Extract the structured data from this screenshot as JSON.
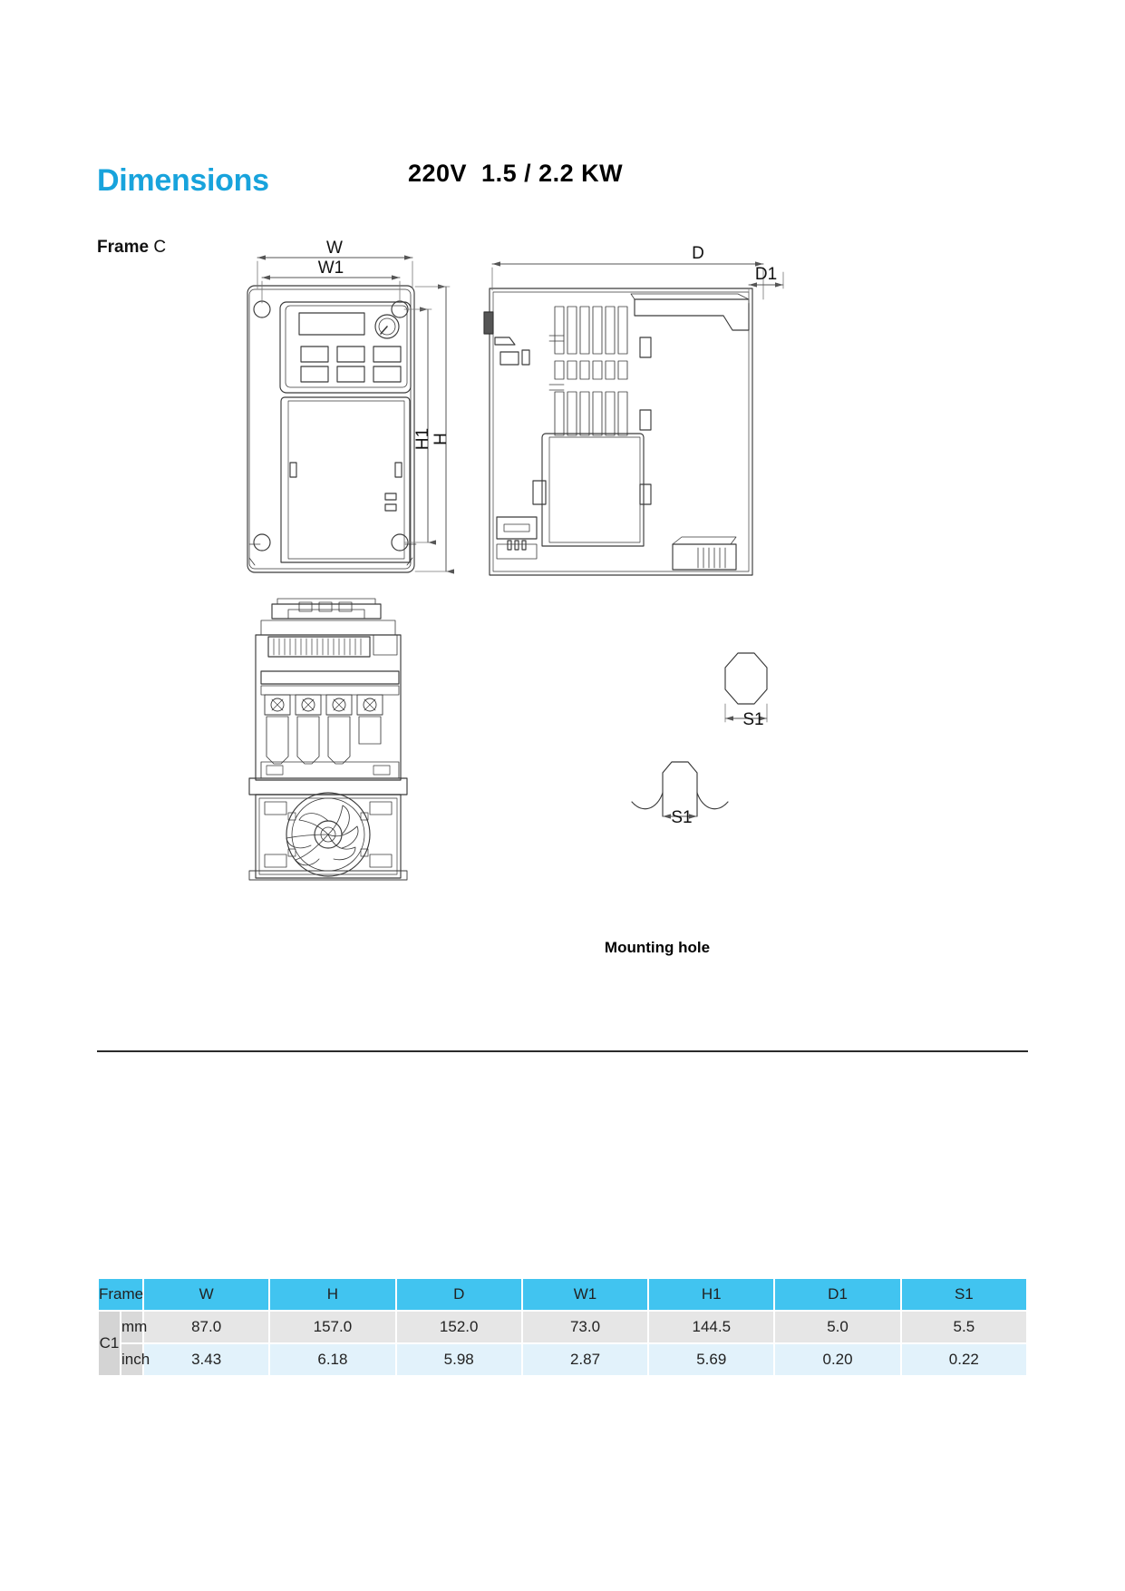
{
  "header": {
    "section_title": "Dimensions",
    "model_title": "220V  1.5 / 2.2 KW",
    "frame_prefix": "Frame",
    "frame_value": "C",
    "accent_color": "#18a3dc"
  },
  "drawing": {
    "front_view": {
      "dim_w": "W",
      "dim_w1": "W1",
      "dim_h": "H",
      "dim_h1": "H1"
    },
    "side_view": {
      "dim_d": "D",
      "dim_d1": "D1"
    },
    "mounting_hole": {
      "caption": "Mounting hole",
      "dim_top": "S1",
      "dim_bottom": "S1"
    }
  },
  "table": {
    "headers": [
      "Frame",
      "W",
      "H",
      "D",
      "W1",
      "H1",
      "D1",
      "S1"
    ],
    "frame_name": "C1",
    "units": [
      "mm",
      "inch"
    ],
    "rows": [
      {
        "unit": "mm",
        "values": [
          "87.0",
          "157.0",
          "152.0",
          "73.0",
          "144.5",
          "5.0",
          "5.5"
        ]
      },
      {
        "unit": "inch",
        "values": [
          "3.43",
          "6.18",
          "5.98",
          "2.87",
          "5.69",
          "0.20",
          "0.22"
        ]
      }
    ],
    "header_color": "#41c4f0",
    "mm_row_color": "#e6e6e6",
    "inch_row_color": "#e2f2fb"
  }
}
